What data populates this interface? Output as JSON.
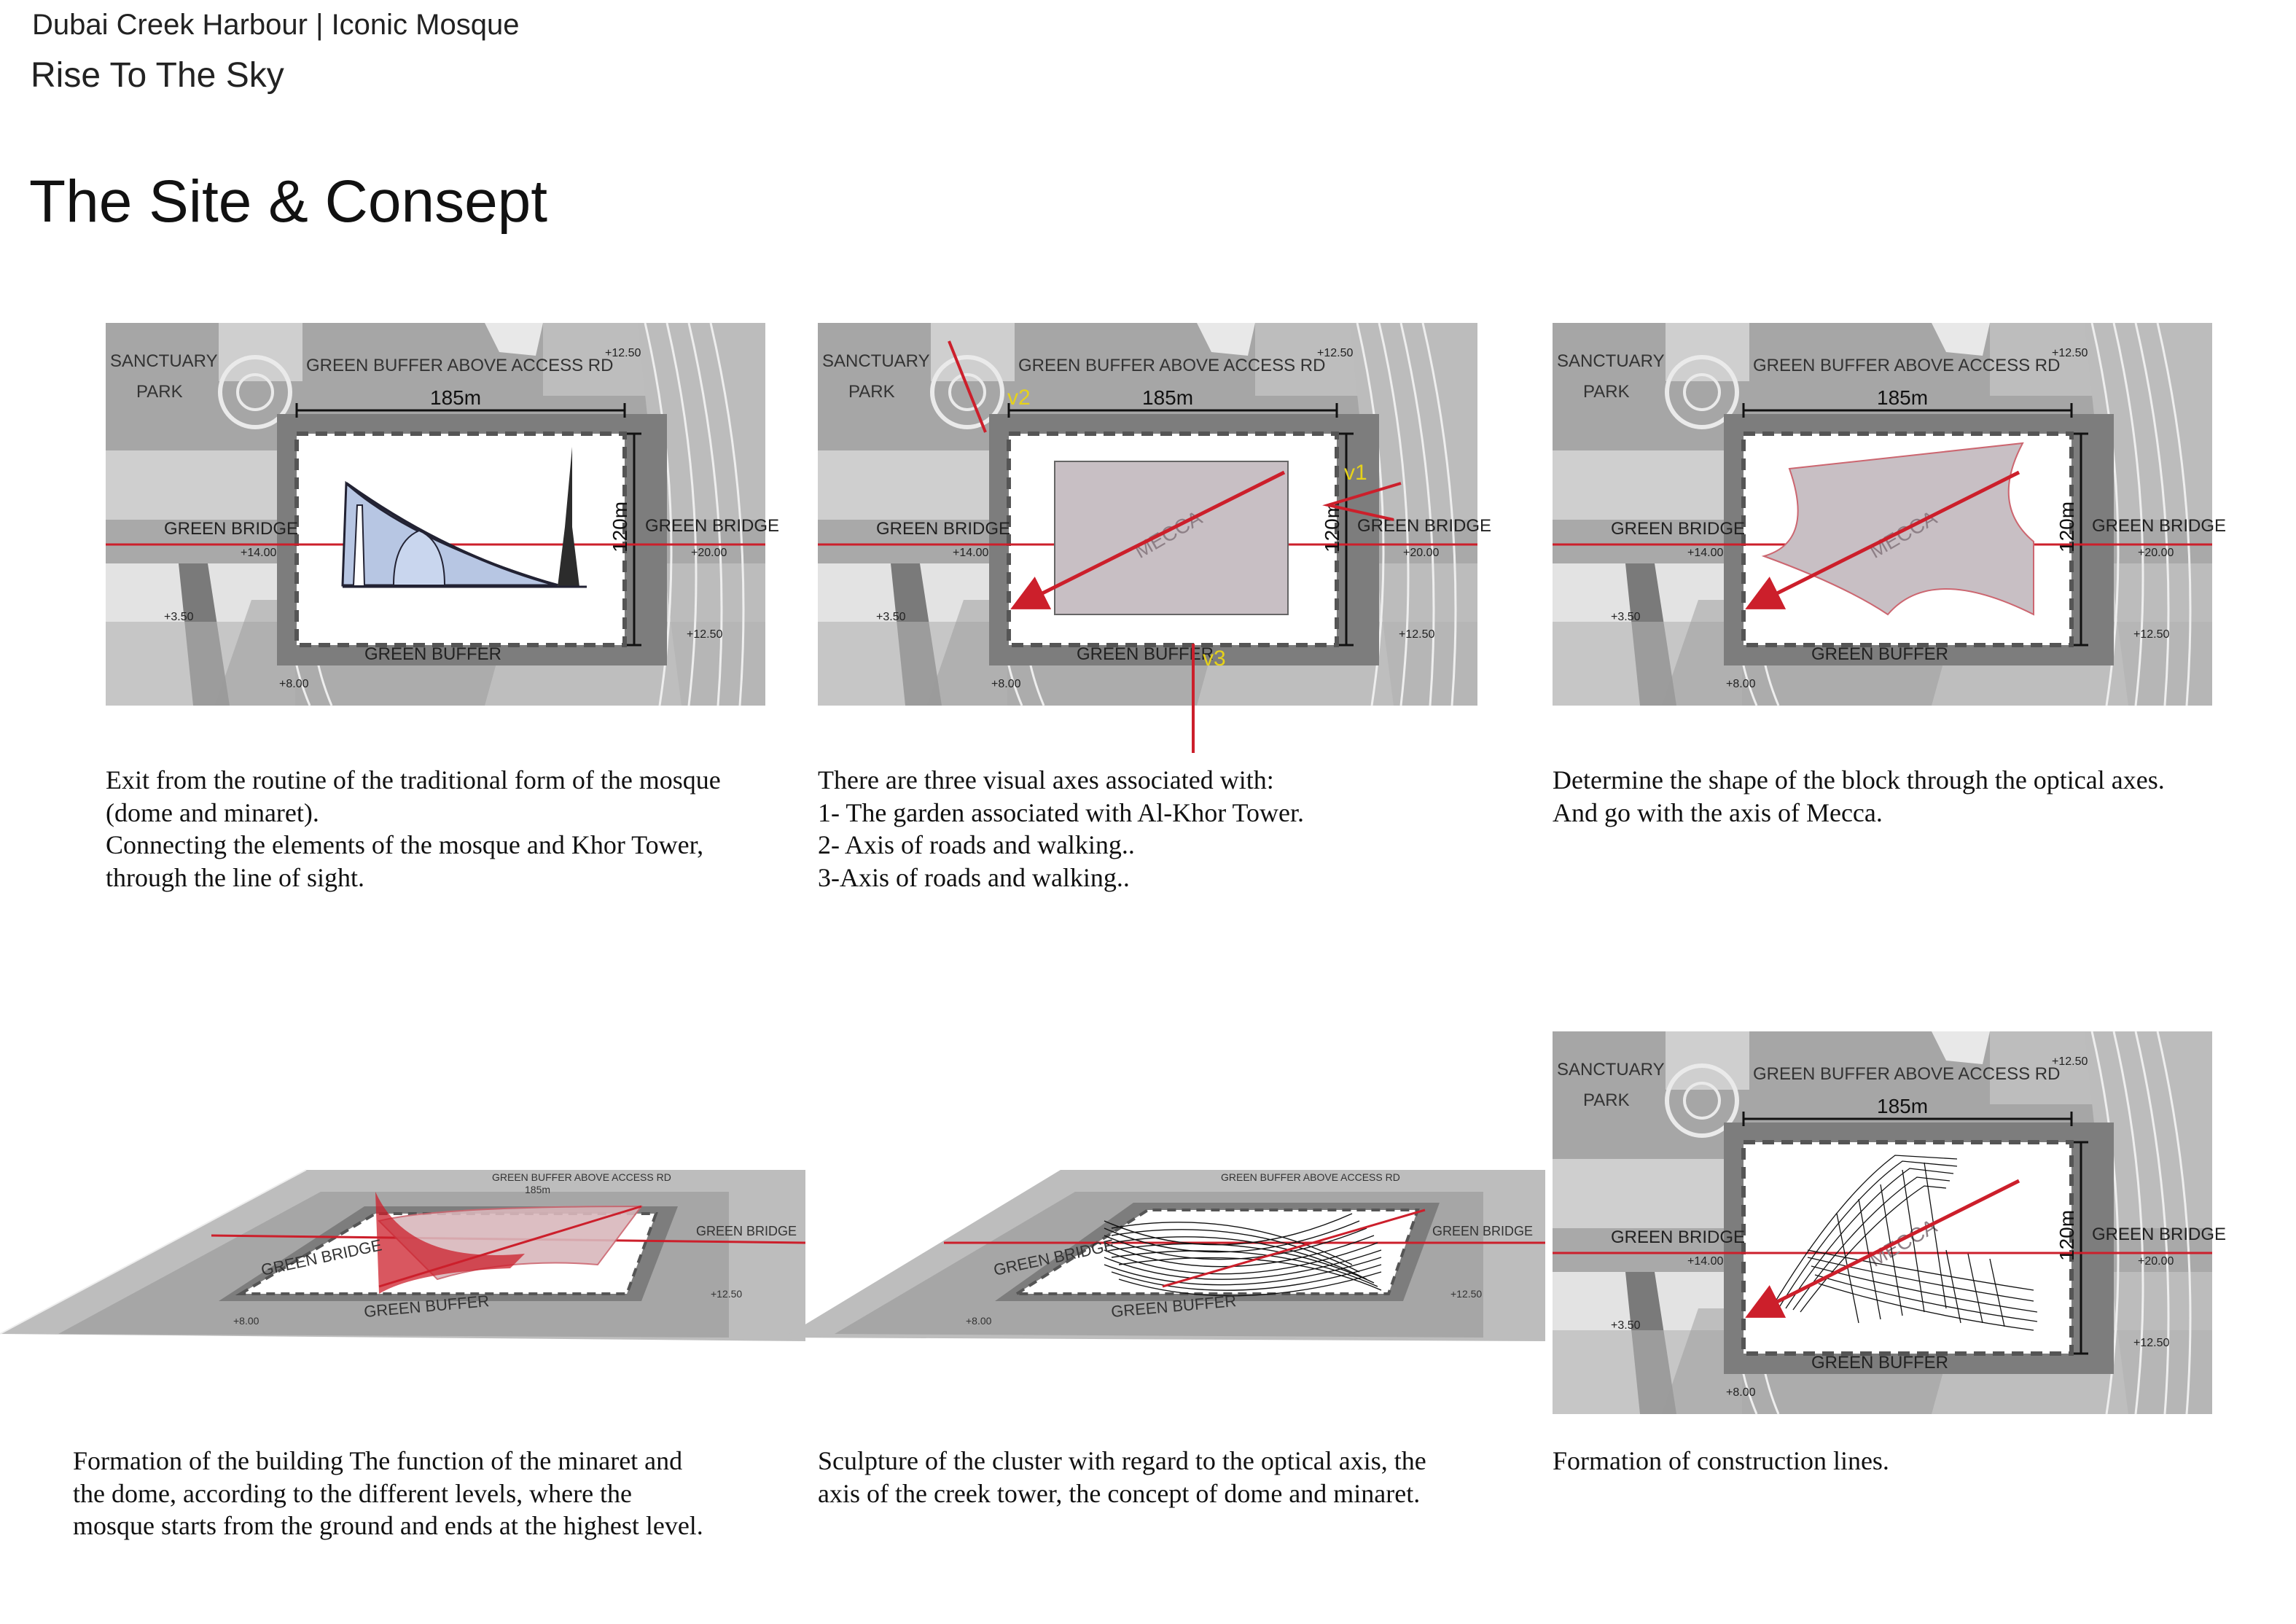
{
  "header": {
    "project": "Dubai Creek Harbour  |  Iconic Mosque",
    "tagline": "Rise To The Sky",
    "title": "The Site & Consept"
  },
  "site_labels": {
    "sanctuary": "SANCTUARY",
    "park": "PARK",
    "green_buffer_top": "GREEN BUFFER ABOVE ACCESS RD",
    "dim_width": "185m",
    "dim_height": "120m",
    "green_bridge": "GREEN BRIDGE",
    "green_buffer": "GREEN BUFFER",
    "lvl_top": "+12.50",
    "lvl_left": "+14.00",
    "lvl_right": "+20.00",
    "lvl_low": "+3.50",
    "lvl_bot_right": "+12.50",
    "lvl_bot": "+8.00",
    "mecca": "MECCA"
  },
  "axes_labels": {
    "v1": "v1",
    "v2": "v2",
    "v3": "v3"
  },
  "colors": {
    "accent": "#cc1f2b",
    "axis_label": "#e6d21a",
    "site_gray": "#9a9a9a"
  },
  "captions": {
    "p1": [
      "Exit from the routine of the traditional form of the mosque",
      "(dome and minaret).",
      "Connecting the elements of the mosque and Khor Tower,",
      "through the line of sight."
    ],
    "p2": [
      "There are three visual axes associated with:",
      "1- The garden associated with Al-Khor Tower.",
      "2- Axis of roads and walking..",
      "3-Axis of roads and walking.."
    ],
    "p3": [
      "Determine the shape of the block through the optical axes.",
      "And go with the axis of Mecca."
    ],
    "p4": [
      "Formation of the building The function of the minaret and",
      "the dome, according to the different levels, where the",
      "mosque starts from the ground and ends at the highest level."
    ],
    "p5": [
      "Sculpture of the cluster with regard to the optical axis, the",
      "axis of the creek tower, the concept of dome and minaret."
    ],
    "p6": [
      "Formation of construction lines."
    ]
  }
}
